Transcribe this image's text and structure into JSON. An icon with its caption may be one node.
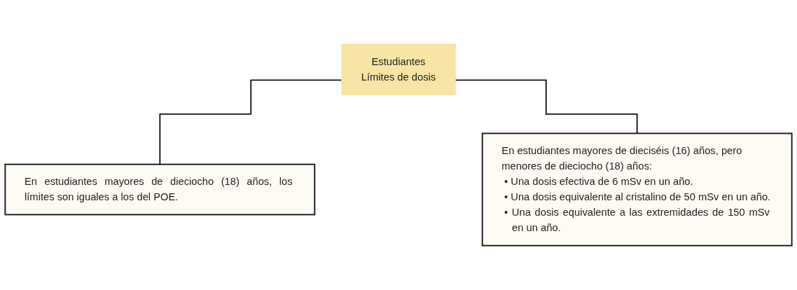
{
  "diagram": {
    "nodes": [
      {
        "text": [
          "Estudiantes",
          "Límites de dosis"
        ]
      },
      {
        "text": [
          "En estudiantes mayores de dieciocho (18) años, los límites son iguales a los del POE."
        ]
      },
      {
        "text": [
          "En estudiantes mayores de dieciséis (16) años, pero menores de dieciocho (18) años:",
          "• Una dosis efectiva de 6 mSv en un año.",
          "• Una dosis equivalente al cristalino de 50 mSv en un año.",
          "• Una dosis equivalente a las extremidades de 150 mSv en un año."
        ]
      }
    ],
    "edges": [
      {
        "from": 0,
        "to": 1,
        "arrow": "none"
      },
      {
        "from": 0,
        "to": 2,
        "arrow": "none"
      }
    ]
  }
}
